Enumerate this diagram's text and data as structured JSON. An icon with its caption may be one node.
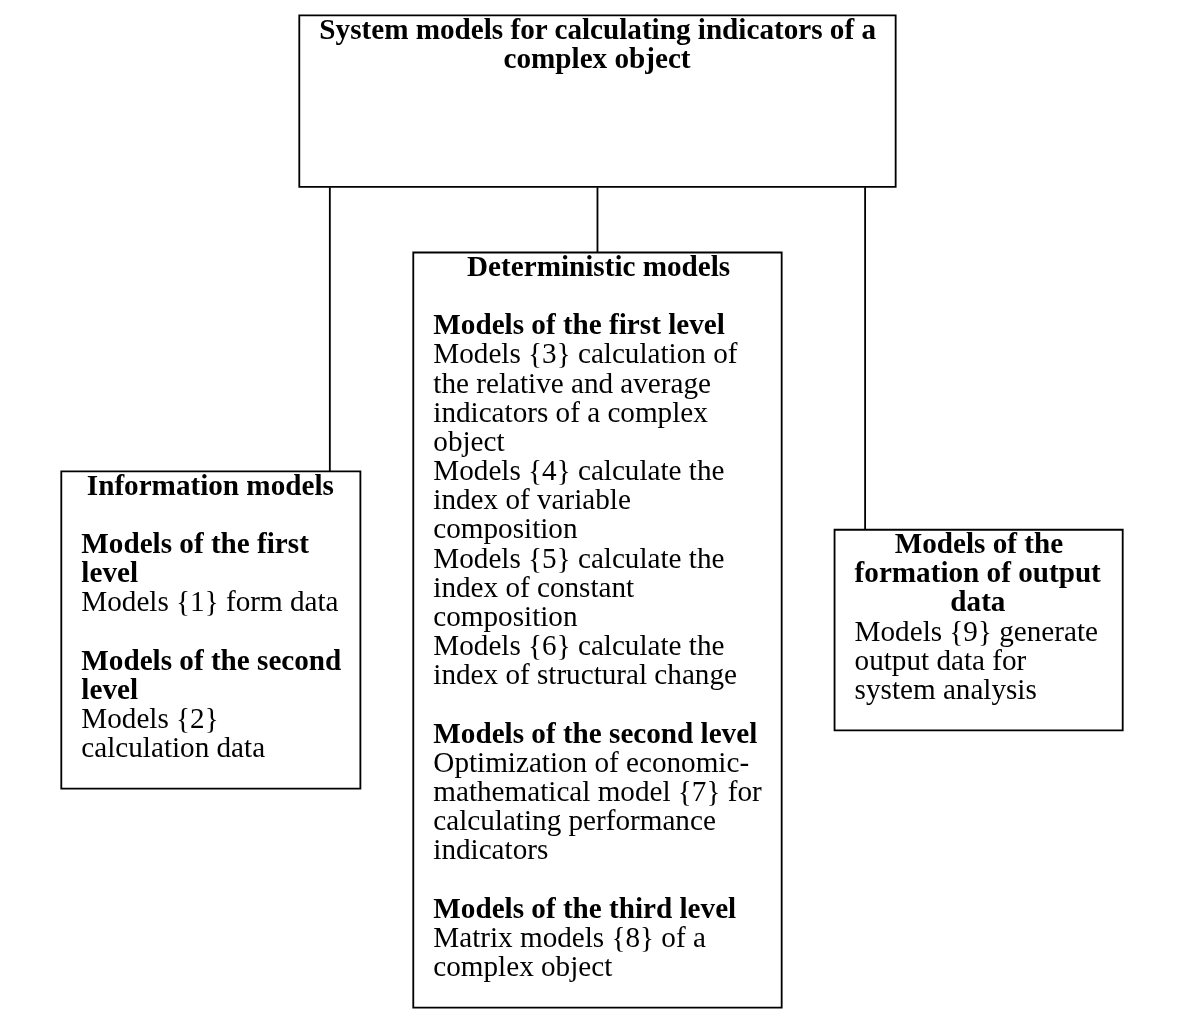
{
  "diagram": {
    "nodes": [
      {
        "text": [
          "System models for calculating indicators of a complex object"
        ]
      },
      {
        "text": [
          "Information models",
          "Models of the first level",
          "Models {1} form data",
          "Models of the second level",
          "Models {2} calculation data"
        ]
      },
      {
        "text": [
          "Deterministic models",
          "Models of the first level",
          "Models {3} calculation of the relative and average indicators of a complex object",
          "Models {4} calculate the index of variable composition",
          "Models {5} calculate the index of constant composition",
          "Models {6} calculate the index of structural change",
          "Models of the second level",
          "Optimization of economic-mathematical model {7} for calculating performance indicators",
          "Models of the third level",
          "Matrix models {8} of a complex object"
        ]
      },
      {
        "text": [
          "Models of the formation of output data",
          "Models {9} generate output data for system analysis"
        ]
      }
    ],
    "edges": [
      {
        "from": 0,
        "to": 1,
        "arrow": "none"
      },
      {
        "from": 0,
        "to": 2,
        "arrow": "none"
      },
      {
        "from": 0,
        "to": 3,
        "arrow": "none"
      }
    ]
  }
}
